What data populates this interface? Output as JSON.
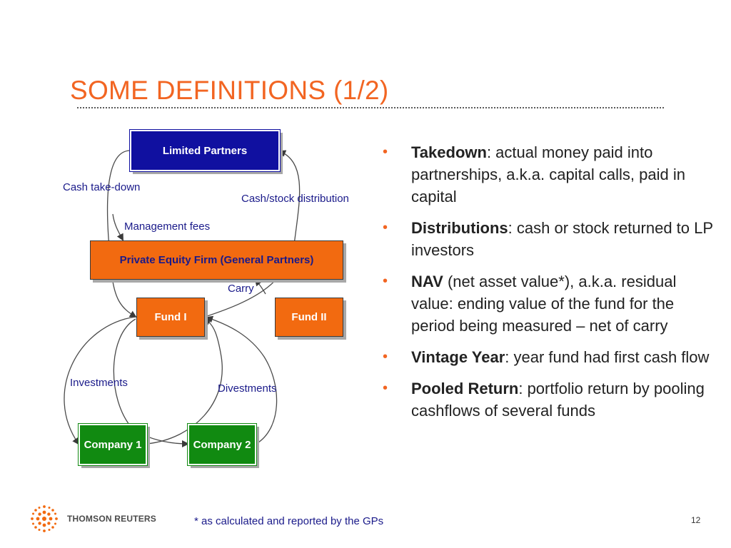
{
  "title": "SOME DEFINITIONS (1/2)",
  "diagram": {
    "boxes": {
      "limited_partners": "Limited Partners",
      "private_equity_firm": "Private Equity Firm (General Partners)",
      "fund_1": "Fund I",
      "fund_2": "Fund II",
      "company_1": "Company 1",
      "company_2": "Company 2"
    },
    "labels": {
      "cash_take_down": "Cash take-down",
      "cash_stock_distribution": "Cash/stock distribution",
      "management_fees": "Management fees",
      "carry": "Carry",
      "investments": "Investments",
      "divestments": "Divestments"
    },
    "colors": {
      "title": "#f26522",
      "lp_box": "#1010a0",
      "gp_box": "#f26a10",
      "company_box": "#118a11",
      "label_text": "#1a1a8a"
    }
  },
  "definitions": [
    {
      "term": "Takedown",
      "text": ": actual money paid into partnerships, a.k.a. capital calls, paid in capital"
    },
    {
      "term": "Distributions",
      "text": ": cash or stock returned to LP investors"
    },
    {
      "term": "NAV",
      "text": " (net asset value*), a.k.a. residual value: ending value of the fund for the period being measured – net of carry"
    },
    {
      "term": "Vintage Year",
      "text": ": year fund had first cash flow"
    },
    {
      "term": "Pooled Return",
      "text": ": portfolio return by pooling cashflows of several funds"
    }
  ],
  "footer": {
    "note": "* as calculated and reported by the GPs",
    "page_number": "12",
    "logo_text": "THOMSON REUTERS",
    "logo_icon": "thomson-reuters-dots-icon"
  }
}
